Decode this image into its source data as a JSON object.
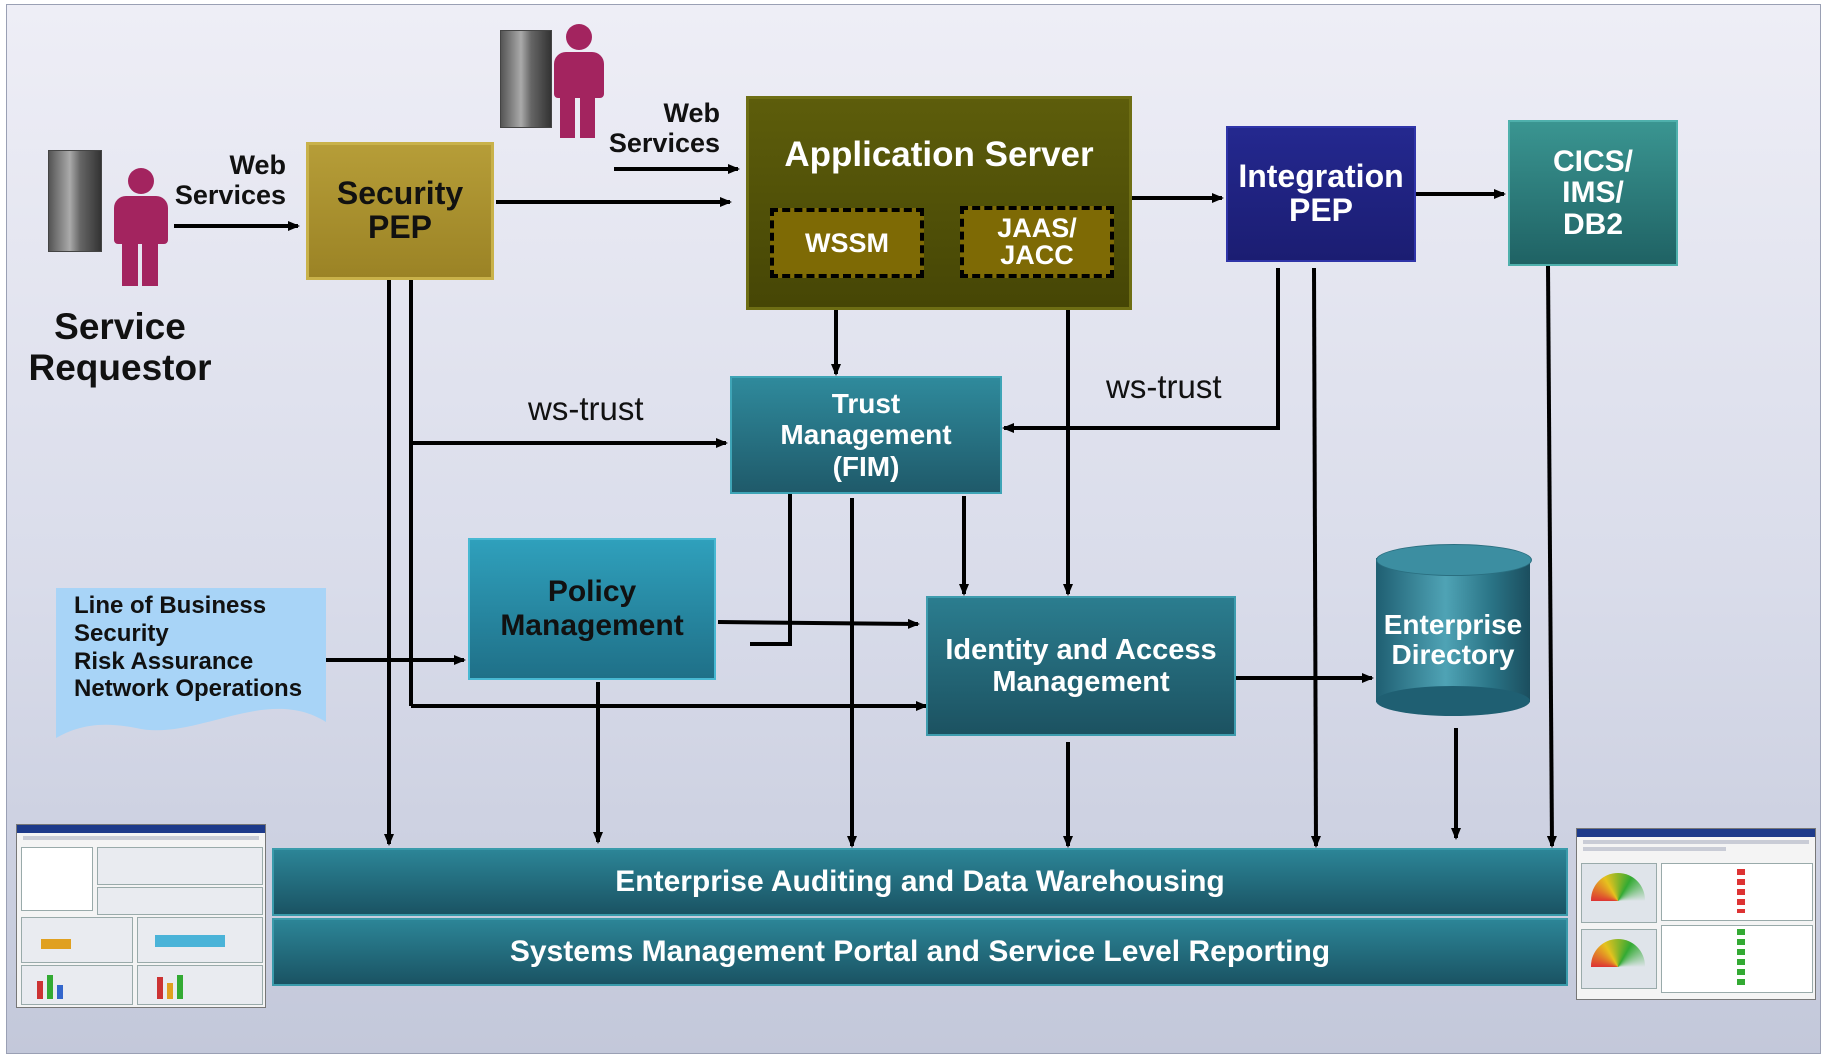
{
  "requestor": {
    "label_line1": "Service",
    "label_line2": "Requestor"
  },
  "web_services_1": {
    "line1": "Web",
    "line2": "Services"
  },
  "web_services_2": {
    "line1": "Web",
    "line2": "Services"
  },
  "security_pep": {
    "line1": "Security",
    "line2": "PEP",
    "color": "#a8902e"
  },
  "app_server": {
    "title": "Application Server",
    "color": "#525208",
    "wssm": "WSSM",
    "jaas_line1": "JAAS/",
    "jaas_line2": "JACC"
  },
  "integration_pep": {
    "line1": "Integration",
    "line2": "PEP",
    "color": "#202283"
  },
  "cics": {
    "line1": "CICS/",
    "line2": "IMS/",
    "line3": "DB2",
    "color": "#2b7c7c"
  },
  "ws_trust_left": "ws-trust",
  "ws_trust_right": "ws-trust",
  "trust_mgmt": {
    "line1": "Trust",
    "line2": "Management",
    "line3": "(FIM)"
  },
  "policy_mgmt": {
    "line1": "Policy",
    "line2": "Management"
  },
  "lob": {
    "line1": "Line of Business",
    "line2": "Security",
    "line3": "Risk Assurance",
    "line4": "Network Operations"
  },
  "iam": {
    "line1": "Identity and Access",
    "line2": "Management"
  },
  "directory": {
    "line1": "Enterprise",
    "line2": "Directory"
  },
  "auditing_bar": "Enterprise Auditing and Data Warehousing",
  "systems_bar": "Systems Management Portal and Service Level Reporting"
}
